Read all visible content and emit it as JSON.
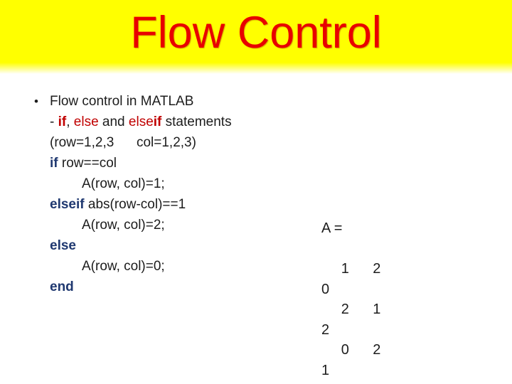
{
  "slide": {
    "title": "Flow Control",
    "bullet_glyph": "•",
    "colors": {
      "background": "#FFFFFF",
      "header_bg": "#FFFF00",
      "title_text": "#E80000",
      "keyword_red": "#C00000",
      "keyword_blue": "#1F3870",
      "body_text": "#1C1C1C"
    },
    "code_lines": [
      {
        "bullet": true,
        "indent": "text",
        "segments": [
          {
            "t": "Flow control in MATLAB"
          }
        ]
      },
      {
        "indent": "text",
        "segments": [
          {
            "t": "- "
          },
          {
            "t": "if",
            "c": "red",
            "b": true
          },
          {
            "t": ", "
          },
          {
            "t": "else",
            "c": "red"
          },
          {
            "t": " and "
          },
          {
            "t": "else",
            "c": "red"
          },
          {
            "t": "if",
            "c": "red",
            "b": true
          },
          {
            "t": " statements"
          }
        ]
      },
      {
        "indent": "text",
        "segments": [
          {
            "t": "(row=1,2,3      col=1,2,3)"
          }
        ]
      },
      {
        "indent": "text",
        "segments": [
          {
            "t": "if",
            "c": "blue",
            "b": true
          },
          {
            "t": " row==col"
          }
        ]
      },
      {
        "indent": "code",
        "segments": [
          {
            "t": "A(row, col)=1;"
          }
        ]
      },
      {
        "indent": "text",
        "segments": [
          {
            "t": "elseif",
            "c": "blue",
            "b": true
          },
          {
            "t": " abs(row-col)==1"
          }
        ]
      },
      {
        "indent": "code",
        "segments": [
          {
            "t": "A(row, col)=2;"
          }
        ]
      },
      {
        "indent": "text",
        "segments": [
          {
            "t": "else",
            "c": "blue",
            "b": true
          }
        ]
      },
      {
        "indent": "code",
        "segments": [
          {
            "t": "A(row, col)=0;"
          }
        ]
      },
      {
        "indent": "text",
        "segments": [
          {
            "t": "end",
            "c": "blue",
            "b": true
          }
        ]
      }
    ],
    "matrix_output": {
      "lines": [
        "A =",
        "",
        "     1      2",
        "0",
        "     2      1",
        "2",
        "     0      2",
        "1"
      ],
      "matrix_values": [
        [
          1,
          2,
          0
        ],
        [
          2,
          1,
          2
        ],
        [
          0,
          2,
          1
        ]
      ]
    }
  }
}
